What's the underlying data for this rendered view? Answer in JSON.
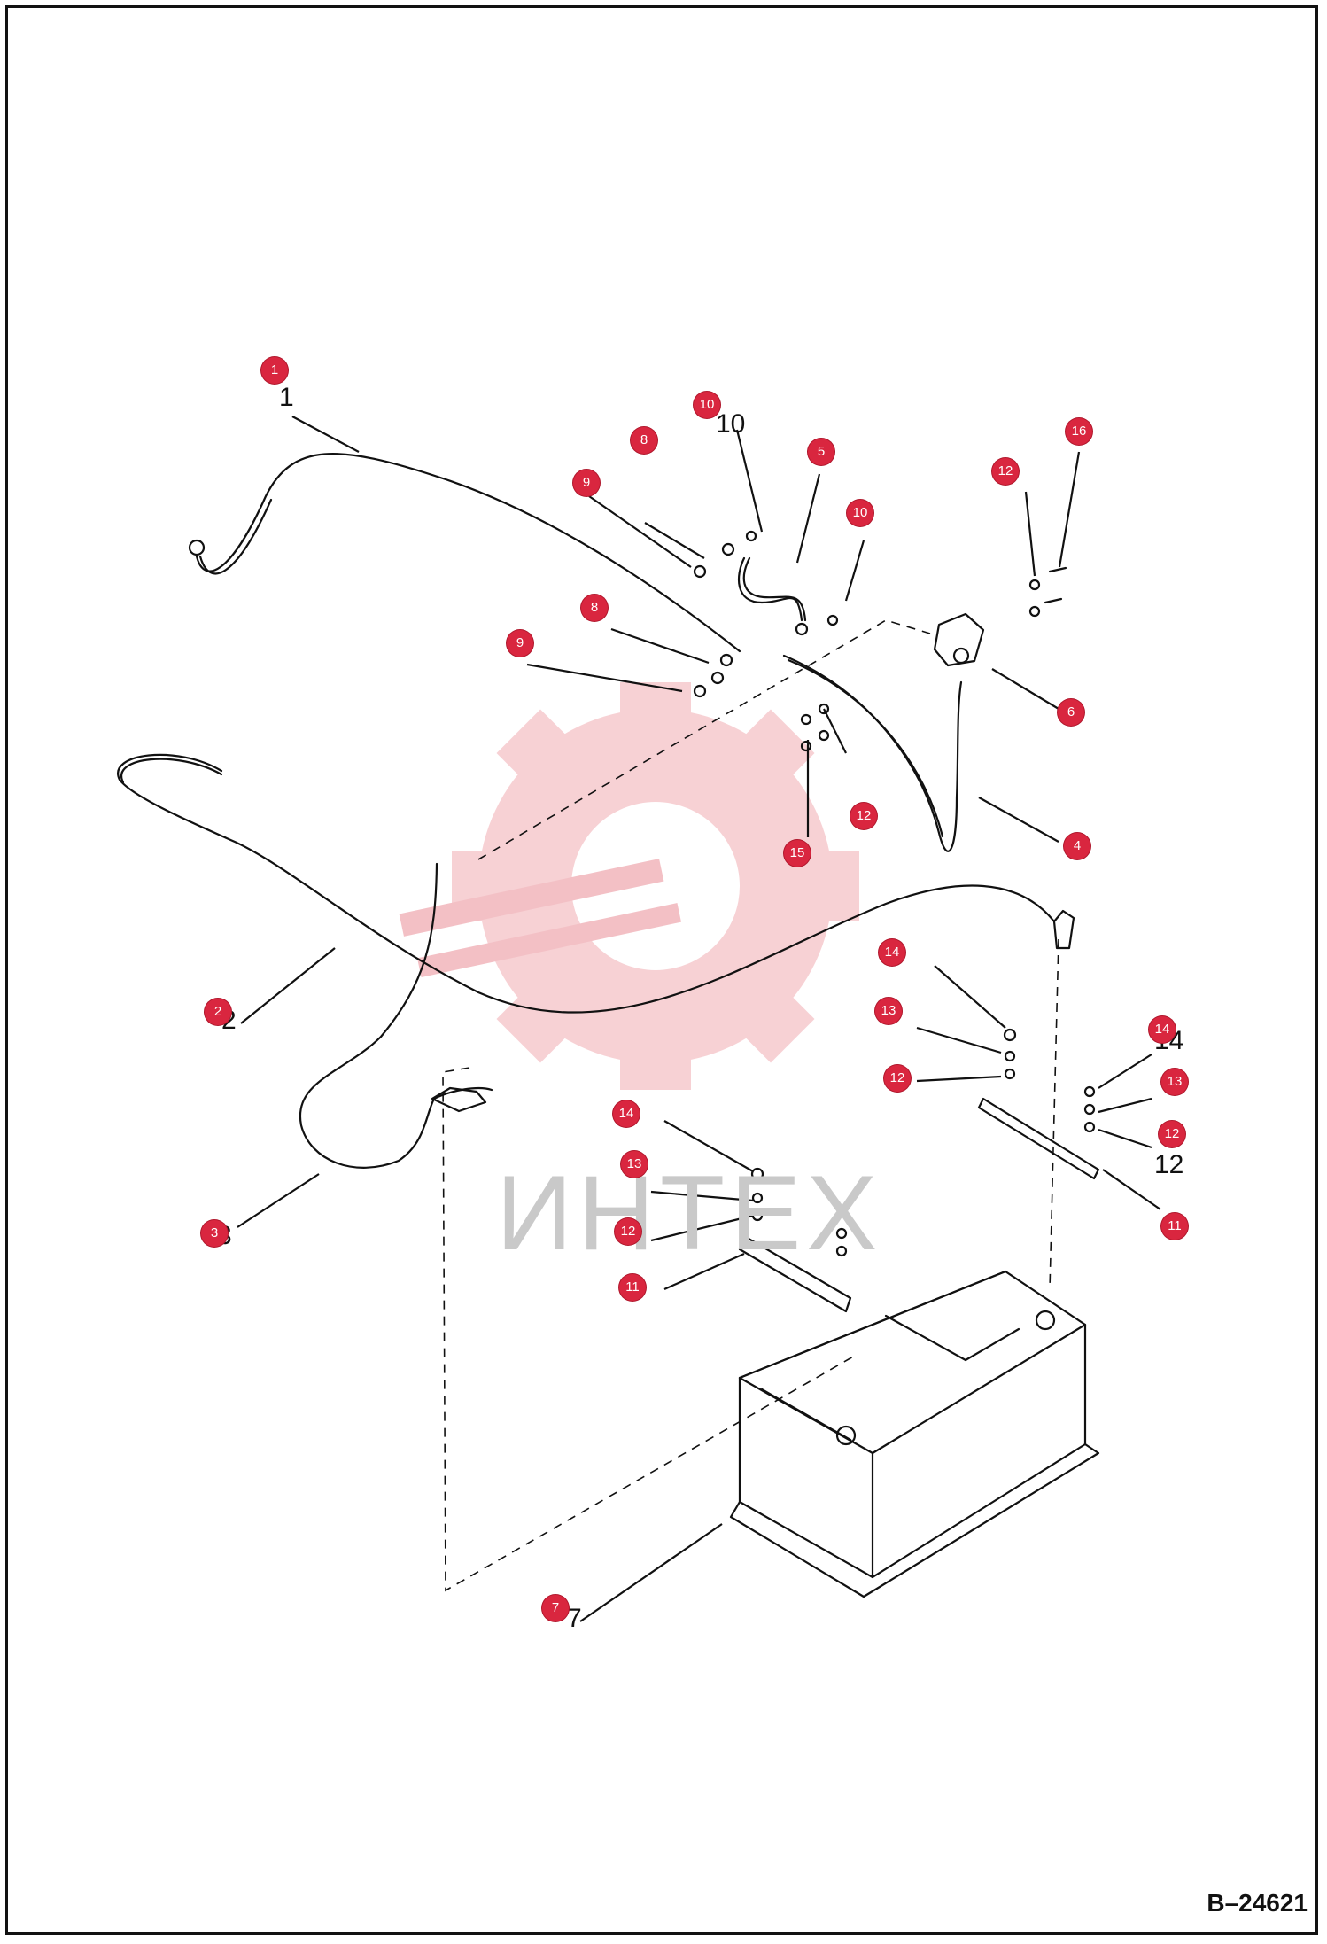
{
  "watermark": {
    "text": "ИНТЕХ"
  },
  "drawing_code": "B–24621",
  "callouts": [
    "1",
    "2",
    "3",
    "4",
    "5",
    "6",
    "7",
    "8",
    "8",
    "9",
    "9",
    "10",
    "10",
    "11",
    "11",
    "12",
    "12",
    "12",
    "12",
    "12",
    "13",
    "13",
    "13",
    "14",
    "14",
    "14",
    "15",
    "16"
  ],
  "colors": {
    "callout": "#d9263f",
    "line": "#111111",
    "watermark": "#f4c4c8"
  }
}
